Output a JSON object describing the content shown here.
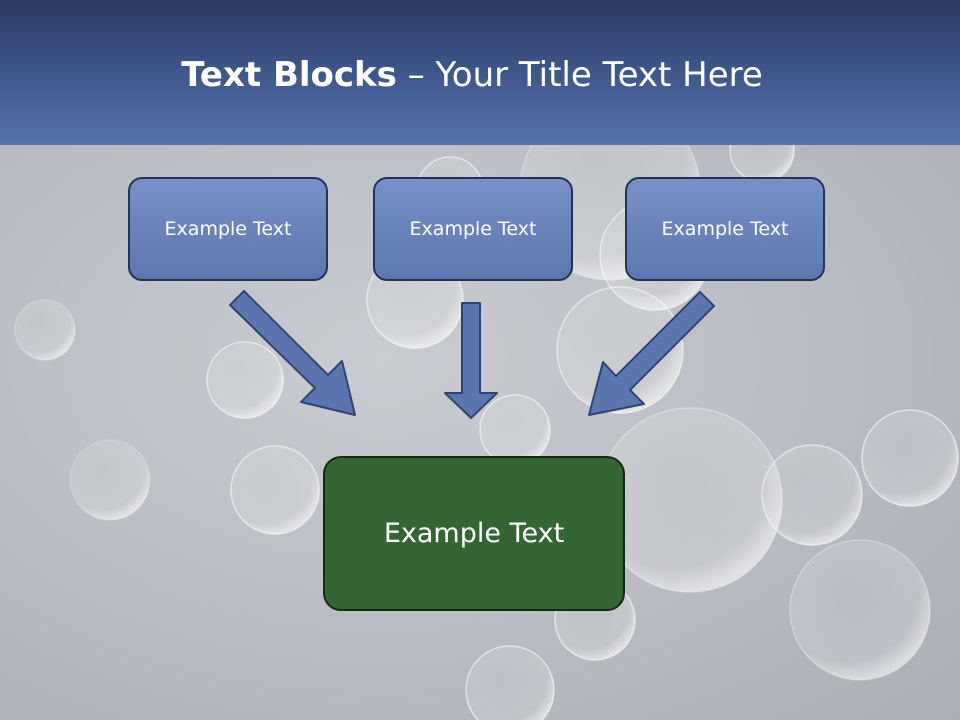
{
  "title": {
    "bold": "Text Blocks",
    "dash": " – ",
    "rest": "Your Title Text Here"
  },
  "blocks": [
    "Example Text",
    "Example Text",
    "Example Text"
  ],
  "main_block": "Example Text",
  "colors": {
    "header": "#3c5486",
    "block_fill": "#6a85bd",
    "block_border": "#22325a",
    "main_fill": "#346633",
    "arrow_fill": "#5b76ae"
  }
}
